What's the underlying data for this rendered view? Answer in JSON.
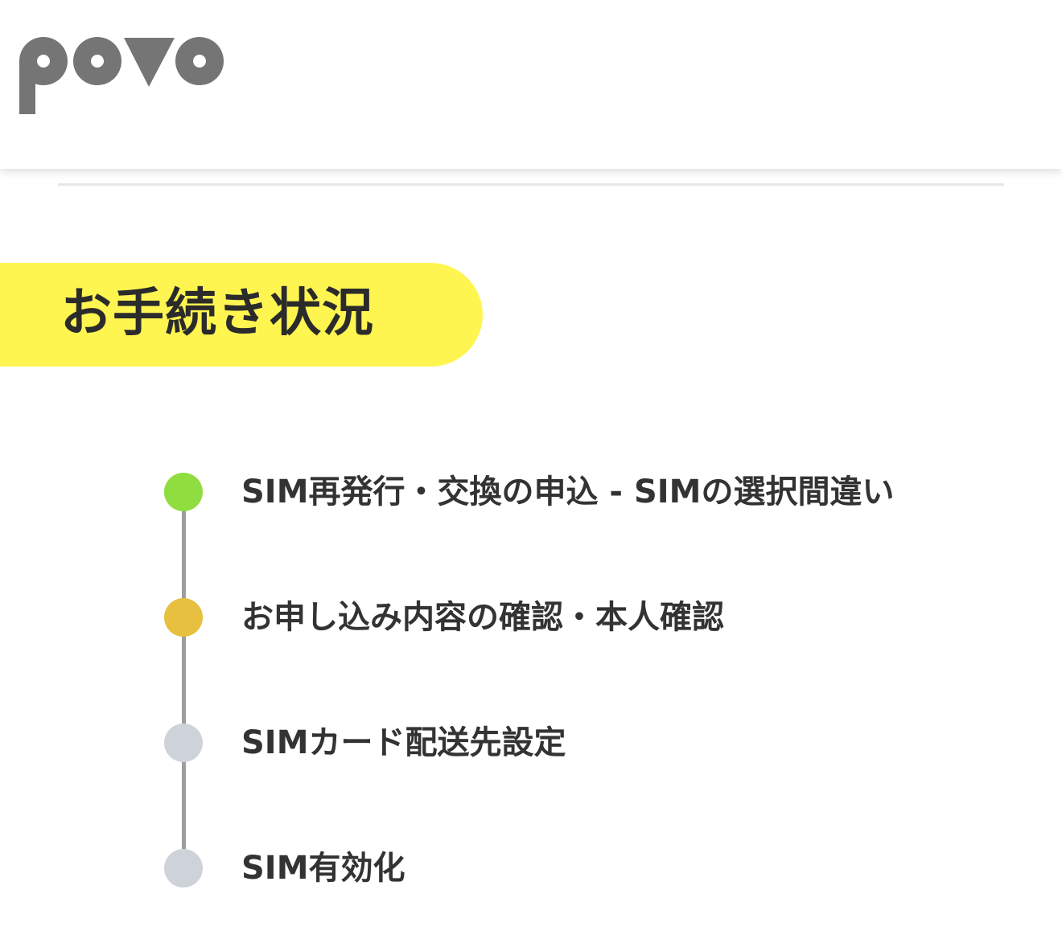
{
  "header": {
    "logo_text": "povo",
    "logo_color": "#757575"
  },
  "section": {
    "title": "お手続き状況",
    "banner_color": "#fef551"
  },
  "steps": [
    {
      "label": "SIM再発行・交換の申込 - SIMの選択間違い",
      "status": "completed",
      "color": "#8fdd3f"
    },
    {
      "label": "お申し込み内容の確認・本人確認",
      "status": "current",
      "color": "#e6c03e"
    },
    {
      "label": "SIMカード配送先設定",
      "status": "pending",
      "color": "#ced3da"
    },
    {
      "label": "SIM有効化",
      "status": "pending",
      "color": "#ced3da"
    }
  ]
}
